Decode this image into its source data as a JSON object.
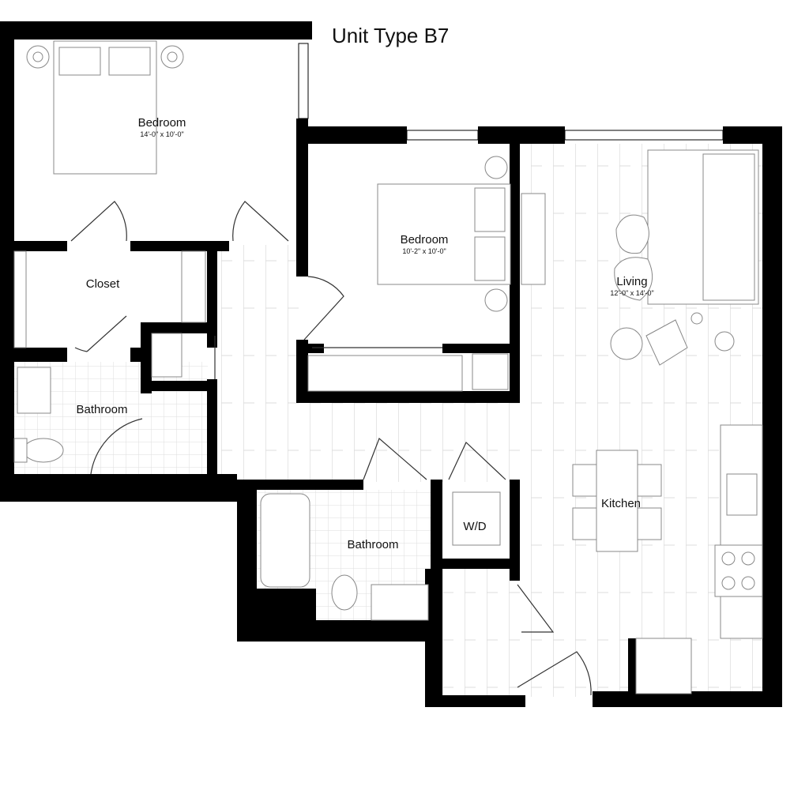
{
  "title": "Unit Type B7",
  "rooms": {
    "bedroom1": {
      "name": "Bedroom",
      "dims": "14'-0\" x 10'-0\""
    },
    "bedroom2": {
      "name": "Bedroom",
      "dims": "10'-2\" x 10'-0\""
    },
    "living": {
      "name": "Living",
      "dims": "12'-0\" x 14'-0\""
    },
    "closet": {
      "name": "Closet"
    },
    "bathroom1": {
      "name": "Bathroom"
    },
    "bathroom2": {
      "name": "Bathroom"
    },
    "wd": {
      "name": "W/D"
    },
    "kitchen": {
      "name": "Kitchen"
    }
  },
  "colors": {
    "wall": "#000000",
    "line": "#999999",
    "floor": "#f4f4f4"
  }
}
